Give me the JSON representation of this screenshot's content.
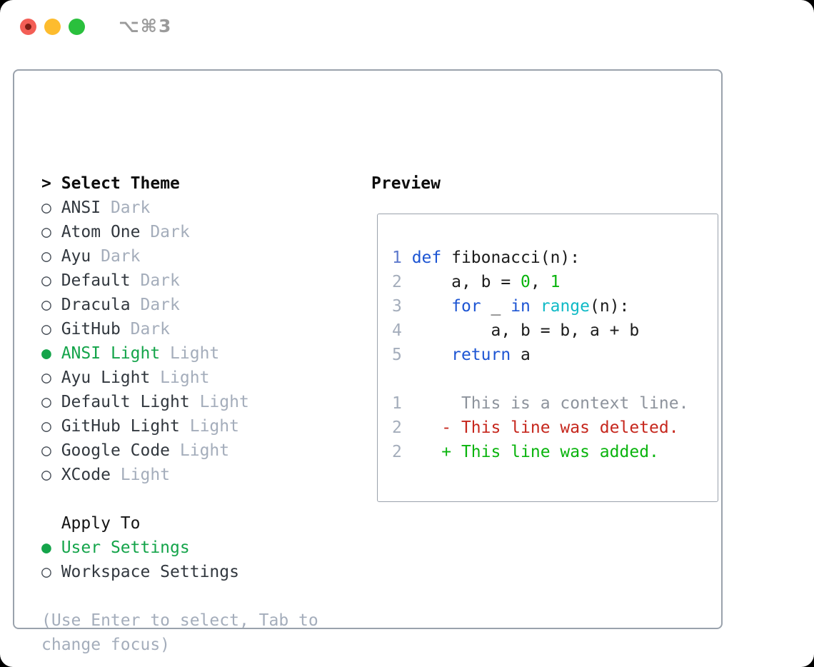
{
  "window": {
    "shortcut": "⌥⌘3",
    "traffic_lights": [
      "close",
      "minimize",
      "zoom"
    ]
  },
  "left": {
    "title_marker": ">",
    "title": "Select Theme",
    "unselected_marker": "○",
    "selected_marker": "●",
    "themes": [
      {
        "label": "ANSI",
        "variant": "Dark",
        "selected": false
      },
      {
        "label": "Atom One",
        "variant": "Dark",
        "selected": false
      },
      {
        "label": "Ayu",
        "variant": "Dark",
        "selected": false
      },
      {
        "label": "Default",
        "variant": "Dark",
        "selected": false
      },
      {
        "label": "Dracula",
        "variant": "Dark",
        "selected": false
      },
      {
        "label": "GitHub",
        "variant": "Dark",
        "selected": false
      },
      {
        "label": "ANSI Light",
        "variant": "Light",
        "selected": true
      },
      {
        "label": "Ayu Light",
        "variant": "Light",
        "selected": false
      },
      {
        "label": "Default Light",
        "variant": "Light",
        "selected": false
      },
      {
        "label": "GitHub Light",
        "variant": "Light",
        "selected": false
      },
      {
        "label": "Google Code",
        "variant": "Light",
        "selected": false
      },
      {
        "label": "XCode",
        "variant": "Light",
        "selected": false
      }
    ],
    "apply_to": {
      "title": "Apply To",
      "options": [
        {
          "label": "User Settings",
          "selected": true
        },
        {
          "label": "Workspace Settings",
          "selected": false
        }
      ]
    },
    "help_lines": [
      "(Use Enter to select, Tab to",
      "change focus)"
    ]
  },
  "preview": {
    "title": "Preview",
    "code_lines": [
      {
        "num": "1",
        "active": true,
        "tokens": [
          {
            "t": "def",
            "c": "kw"
          },
          {
            "t": " fibonacci(n):",
            "c": "plain"
          }
        ]
      },
      {
        "num": "2",
        "active": false,
        "tokens": [
          {
            "t": "    a, b = ",
            "c": "plain"
          },
          {
            "t": "0",
            "c": "num"
          },
          {
            "t": ", ",
            "c": "plain"
          },
          {
            "t": "1",
            "c": "num"
          }
        ]
      },
      {
        "num": "3",
        "active": false,
        "tokens": [
          {
            "t": "    ",
            "c": "plain"
          },
          {
            "t": "for",
            "c": "kw"
          },
          {
            "t": " _ ",
            "c": "plain"
          },
          {
            "t": "in",
            "c": "kw"
          },
          {
            "t": " ",
            "c": "plain"
          },
          {
            "t": "range",
            "c": "builtin"
          },
          {
            "t": "(n):",
            "c": "plain"
          }
        ]
      },
      {
        "num": "4",
        "active": false,
        "tokens": [
          {
            "t": "        a, b = b, a + b",
            "c": "plain"
          }
        ]
      },
      {
        "num": "5",
        "active": false,
        "tokens": [
          {
            "t": "    ",
            "c": "plain"
          },
          {
            "t": "return",
            "c": "kw"
          },
          {
            "t": " a",
            "c": "plain"
          }
        ]
      },
      {
        "num": "",
        "active": false,
        "tokens": []
      },
      {
        "num": "1",
        "active": false,
        "tokens": [
          {
            "t": "     This is a context line.",
            "c": "ctx"
          }
        ]
      },
      {
        "num": "2",
        "active": false,
        "tokens": [
          {
            "t": "   - This line was deleted.",
            "c": "del"
          }
        ]
      },
      {
        "num": "2",
        "active": false,
        "tokens": [
          {
            "t": "   + This line was added.",
            "c": "add"
          }
        ]
      }
    ]
  },
  "colors": {
    "accent_selected": "#14a44a",
    "keyword_blue": "#1d55d3",
    "builtin_cyan": "#10bac6",
    "number_green": "#0ab40e",
    "added_green": "#0ab40e",
    "deleted_red": "#c6271d",
    "context_gray": "#8d939c",
    "muted_gray": "#a4adbb",
    "item_text": "#32383f",
    "border_gray": "#9aa2ac",
    "traffic_red": "#f35e56",
    "traffic_yellow": "#fdbc2e",
    "traffic_green": "#2ac03d"
  }
}
